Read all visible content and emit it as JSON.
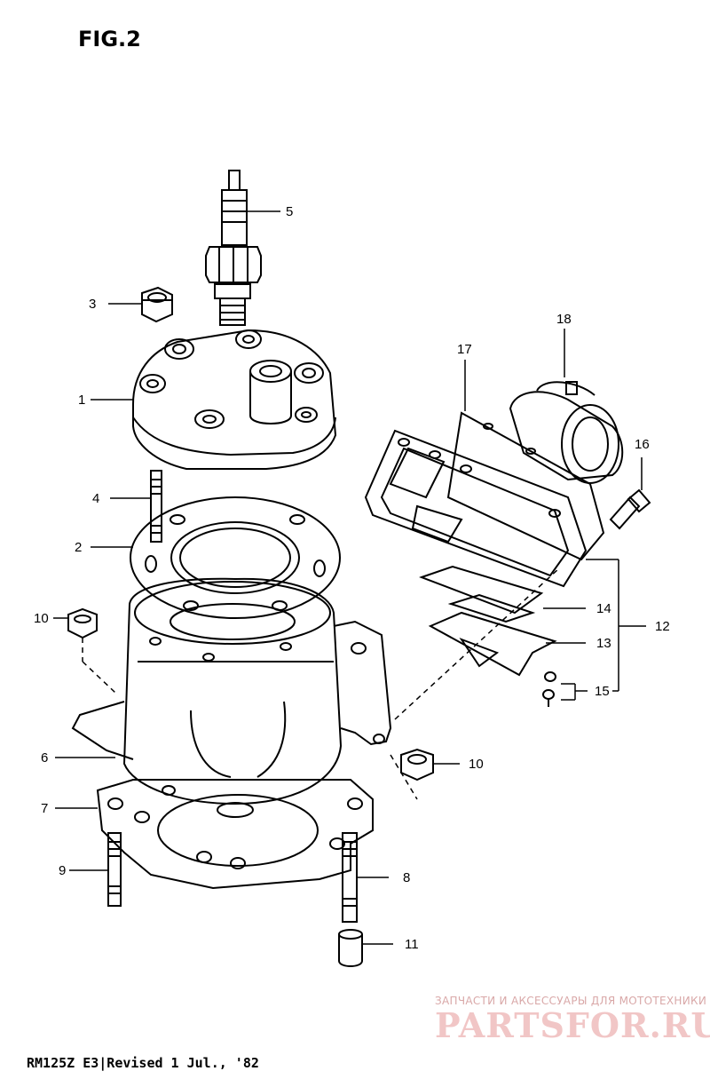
{
  "figure_title": "FIG.2",
  "footer_text": "RM125Z E3|Revised 1 Jul., '82",
  "watermark": {
    "tagline": "ЗАПЧАСТИ И АКСЕССУАРЫ ДЛЯ МОТОТЕХНИКИ",
    "brand": "PARTSFOR.RU"
  },
  "callouts": {
    "c1": "1",
    "c2": "2",
    "c3": "3",
    "c4": "4",
    "c5": "5",
    "c6": "6",
    "c7": "7",
    "c8": "8",
    "c9": "9",
    "c10a": "10",
    "c10b": "10",
    "c11": "11",
    "c12": "12",
    "c13": "13",
    "c14": "14",
    "c15": "15",
    "c16": "16",
    "c17": "17",
    "c18": "18"
  }
}
